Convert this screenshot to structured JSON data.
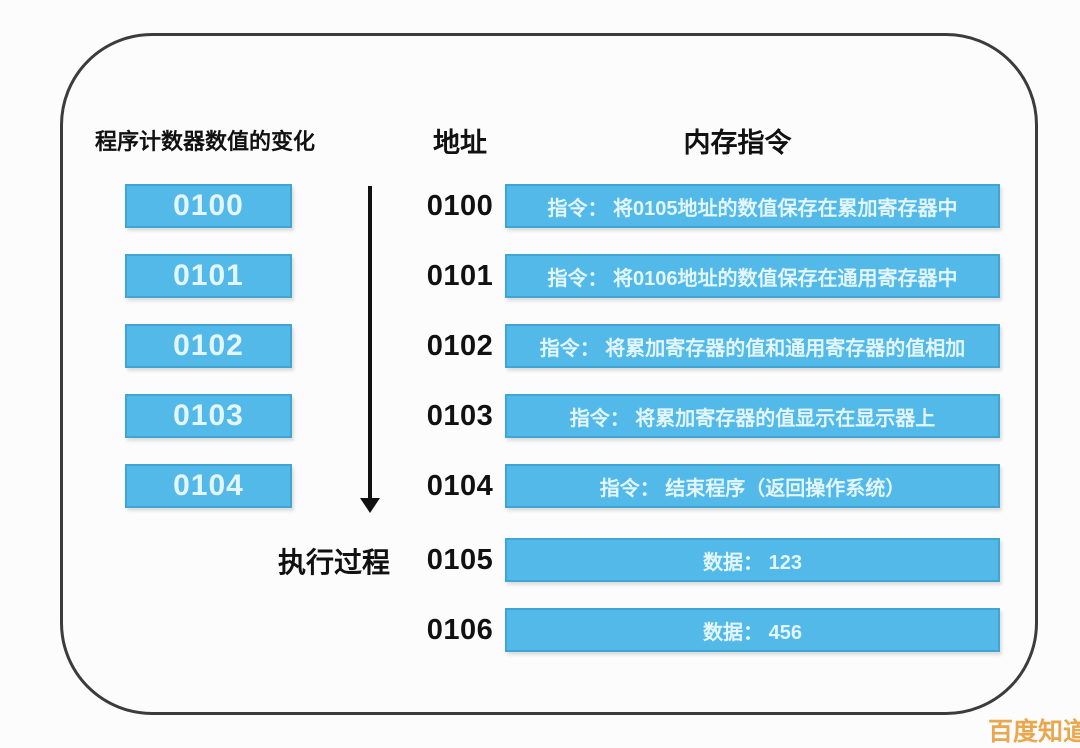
{
  "colors": {
    "box_blue": "#52b9e9",
    "box_border_blue": "#3fa6d4",
    "box_text": "#e3f6fd",
    "text_dark": "#111111",
    "frame_border": "#3c3c3c",
    "watermark_orange": "#e9a74e",
    "background": "#fcfcfc"
  },
  "left_panel": {
    "title": "程序计数器数值的变化",
    "counter_boxes": [
      "0100",
      "0101",
      "0102",
      "0103",
      "0104"
    ],
    "arrow_label": "执行过程"
  },
  "memory_table": {
    "address_header": "地址",
    "instruction_header": "内存指令",
    "rows": [
      {
        "address": "0100",
        "content": "指令： 将0105地址的数值保存在累加寄存器中"
      },
      {
        "address": "0101",
        "content": "指令： 将0106地址的数值保存在通用寄存器中"
      },
      {
        "address": "0102",
        "content": "指令： 将累加寄存器的值和通用寄存器的值相加"
      },
      {
        "address": "0103",
        "content": "指令： 将累加寄存器的值显示在显示器上"
      },
      {
        "address": "0104",
        "content": "指令： 结束程序（返回操作系统）"
      },
      {
        "address": "0105",
        "content": "数据： 123"
      },
      {
        "address": "0106",
        "content": "数据： 456"
      }
    ]
  },
  "watermark": "百度知道"
}
